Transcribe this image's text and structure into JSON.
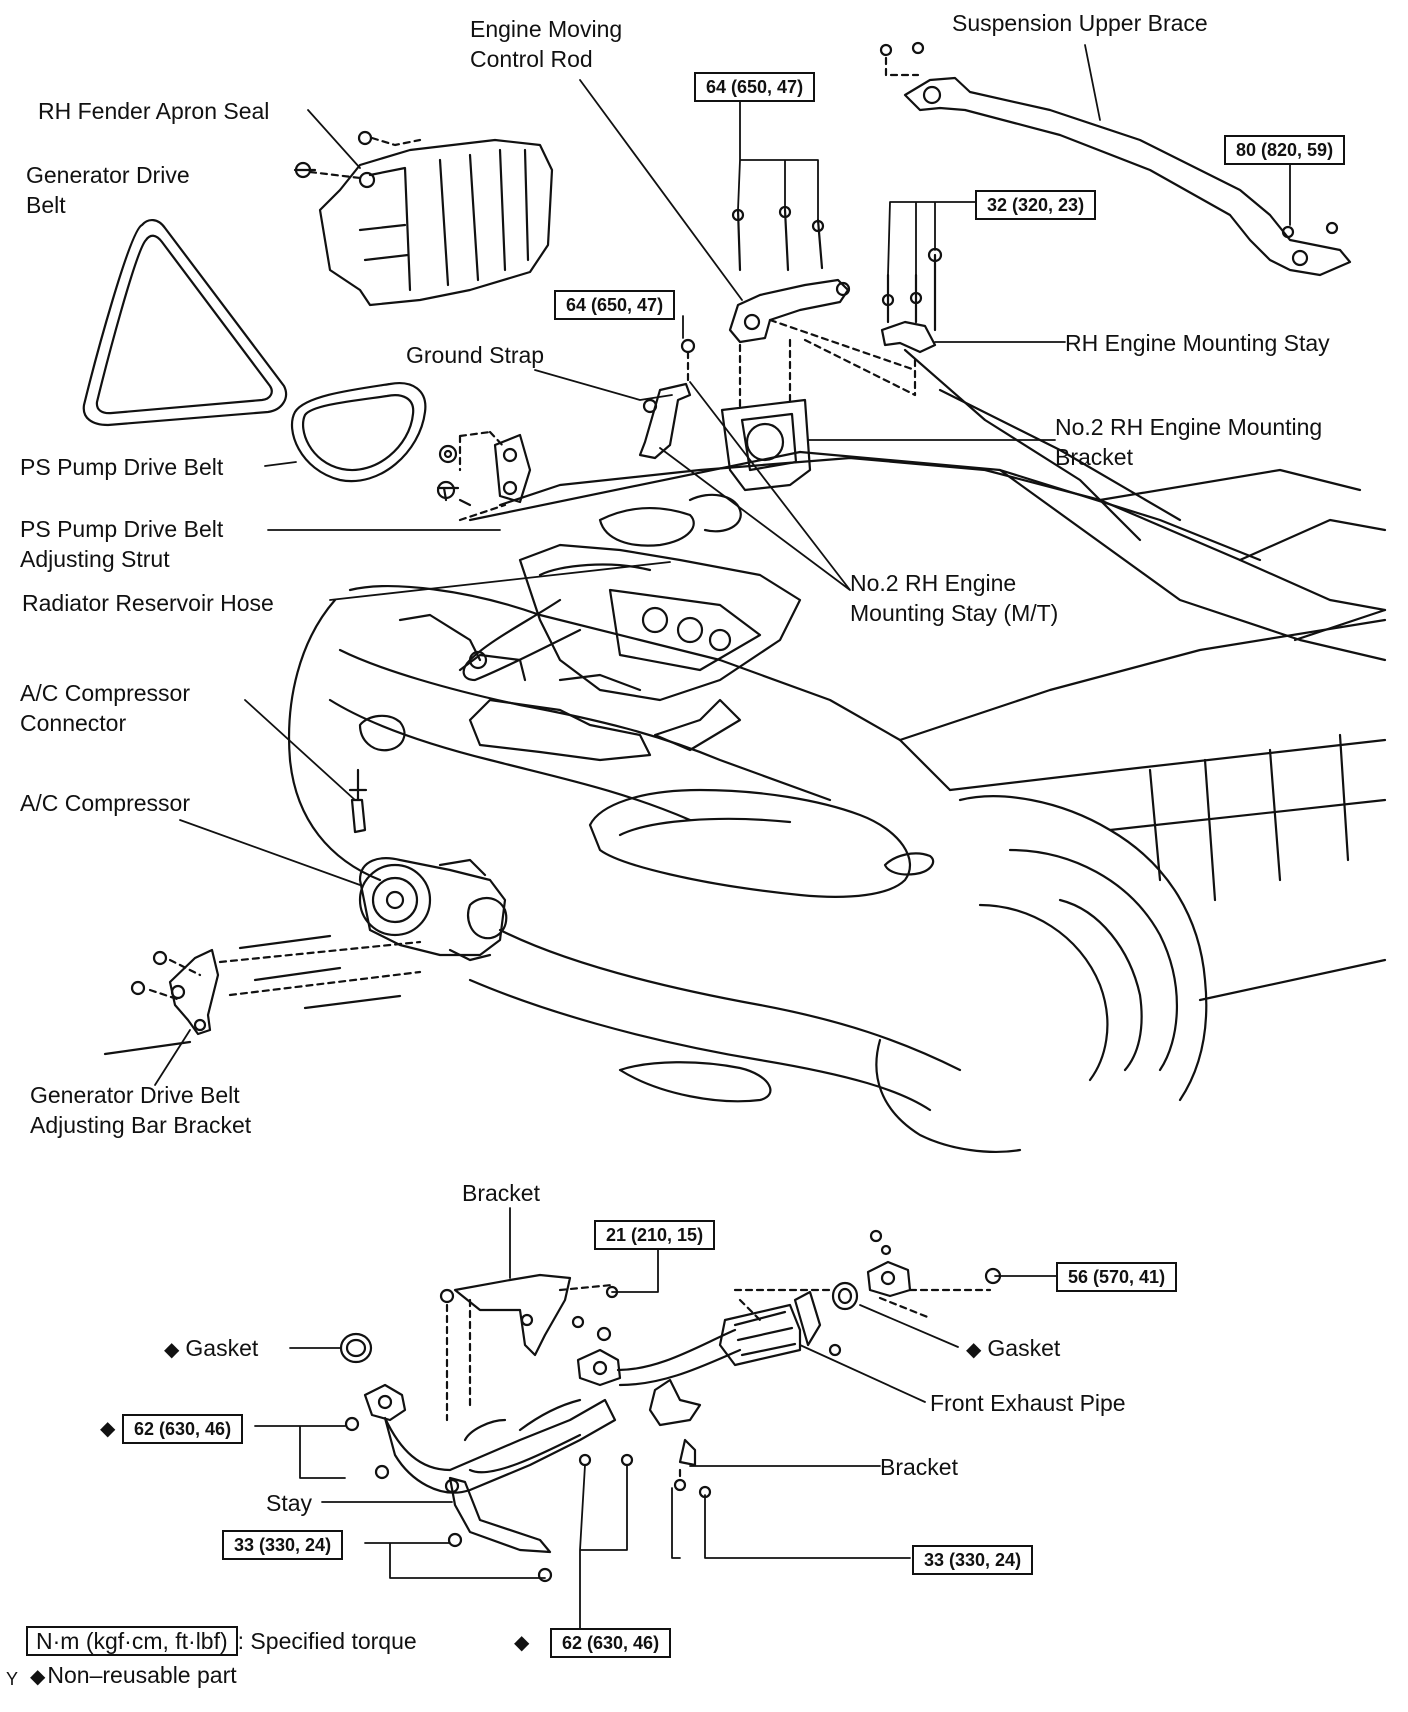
{
  "labels": {
    "rh_fender_apron_seal": "RH Fender Apron Seal",
    "generator_drive_belt": [
      "Generator Drive",
      "Belt"
    ],
    "engine_moving_control_rod": [
      "Engine Moving",
      "Control Rod"
    ],
    "suspension_upper_brace": "Suspension Upper Brace",
    "ground_strap": "Ground Strap",
    "rh_engine_mounting_stay": "RH Engine Mounting Stay",
    "no2_rh_engine_mounting_bracket": [
      "No.2 RH Engine Mounting",
      "Bracket"
    ],
    "ps_pump_drive_belt": "PS Pump Drive Belt",
    "ps_pump_drive_belt_adjusting_strut": [
      "PS Pump Drive Belt",
      "Adjusting Strut"
    ],
    "radiator_reservoir_hose": "Radiator Reservoir Hose",
    "no2_rh_engine_mounting_stay_mt": [
      "No.2 RH Engine",
      "Mounting Stay (M/T)"
    ],
    "ac_compressor_connector": [
      "A/C Compressor",
      "Connector"
    ],
    "ac_compressor": "A/C Compressor",
    "generator_drive_belt_adjusting_bar_bracket": [
      "Generator Drive Belt",
      "Adjusting Bar Bracket"
    ],
    "bracket_top": "Bracket",
    "gasket_left": "Gasket",
    "gasket_right": "Gasket",
    "front_exhaust_pipe": "Front Exhaust Pipe",
    "bracket_right": "Bracket",
    "stay": "Stay"
  },
  "torques": {
    "t_64a": "64 (650, 47)",
    "t_80": "80 (820, 59)",
    "t_32": "32 (320, 23)",
    "t_64b": "64 (650, 47)",
    "t_21": "21 (210, 15)",
    "t_56": "56 (570, 41)",
    "t_62a": "62 (630, 46)",
    "t_33a": "33 (330, 24)",
    "t_33b": "33 (330, 24)",
    "t_62b": "62 (630, 46)"
  },
  "legend": {
    "unit": "N·m (kgf·cm, ft·lbf)",
    "specified_torque": ": Specified torque",
    "non_reusable": "Non–reusable part",
    "diamond": "◆",
    "corner_mark": "Y"
  }
}
